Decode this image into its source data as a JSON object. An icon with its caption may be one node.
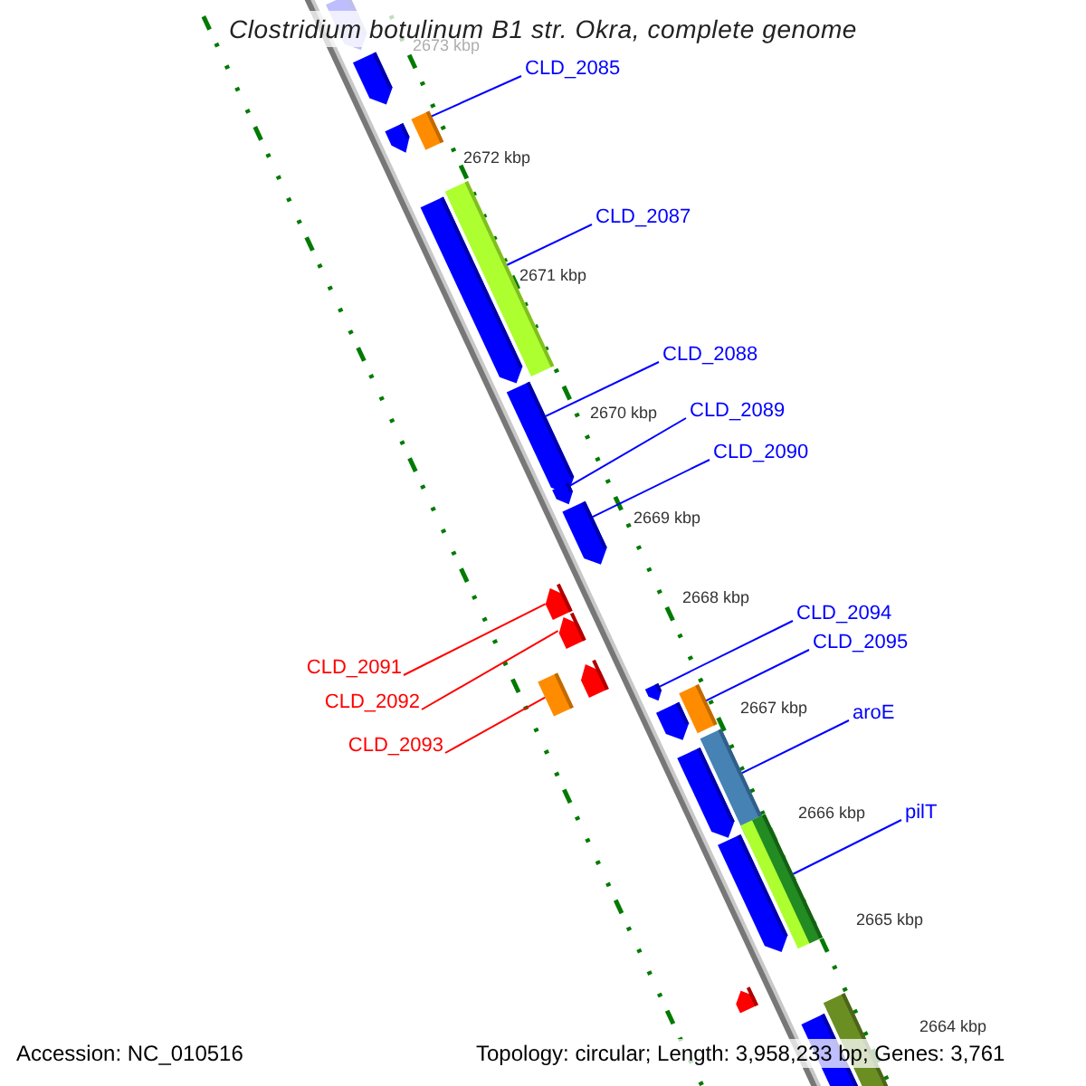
{
  "diagram": {
    "title": "Clostridium botulinum B1 str. Okra, complete genome",
    "nodes": [
      {
        "text": [
          "CLD_2085"
        ]
      },
      {
        "text": [
          "CLD_2087"
        ]
      },
      {
        "text": [
          "CLD_2088"
        ]
      },
      {
        "text": [
          "CLD_2089"
        ]
      },
      {
        "text": [
          "CLD_2090"
        ]
      },
      {
        "text": [
          "CLD_2091"
        ]
      },
      {
        "text": [
          "CLD_2092"
        ]
      },
      {
        "text": [
          "CLD_2093"
        ]
      },
      {
        "text": [
          "CLD_2094"
        ]
      },
      {
        "text": [
          "CLD_2095"
        ]
      },
      {
        "text": [
          "aroE"
        ]
      },
      {
        "text": [
          "pilT"
        ]
      },
      {
        "text": [],
        "shape": "arrow"
      },
      {
        "text": [],
        "shape": "arrow"
      },
      {
        "text": [],
        "shape": "arrow"
      },
      {
        "text": [],
        "shape": "box"
      },
      {
        "text": [],
        "shape": "arrow"
      },
      {
        "text": [],
        "shape": "box"
      },
      {
        "text": [],
        "shape": "arrow"
      },
      {
        "text": [],
        "shape": "arrow"
      },
      {
        "text": [],
        "shape": "arrow"
      },
      {
        "text": [],
        "shape": "arrow"
      },
      {
        "text": [],
        "shape": "arrow"
      },
      {
        "text": [],
        "shape": "arrow"
      },
      {
        "text": [],
        "shape": "box"
      },
      {
        "text": [],
        "shape": "arrow"
      },
      {
        "text": [],
        "shape": "arrow"
      },
      {
        "text": [],
        "shape": "box"
      },
      {
        "text": [],
        "shape": "arrow"
      },
      {
        "text": [],
        "shape": "box"
      },
      {
        "text": [],
        "shape": "arrow"
      },
      {
        "text": [],
        "shape": "box"
      },
      {
        "text": [],
        "shape": "arrow"
      },
      {
        "text": [],
        "shape": "arrow"
      },
      {
        "text": [],
        "shape": "box"
      }
    ],
    "edges": [
      {
        "from": 0,
        "to": 15,
        "arrow": "none"
      },
      {
        "from": 1,
        "to": 17,
        "arrow": "none"
      },
      {
        "from": 2,
        "to": 18,
        "arrow": "none"
      },
      {
        "from": 3,
        "to": 19,
        "arrow": "none"
      },
      {
        "from": 4,
        "to": 20,
        "arrow": "none"
      },
      {
        "from": 5,
        "to": 21,
        "arrow": "none",
        "color": "#ff0000"
      },
      {
        "from": 6,
        "to": 22,
        "arrow": "none",
        "color": "#ff0000"
      },
      {
        "from": 7,
        "to": 24,
        "arrow": "none",
        "color": "#ff0000"
      },
      {
        "from": 8,
        "to": 25,
        "arrow": "none"
      },
      {
        "from": 9,
        "to": 27,
        "arrow": "none"
      },
      {
        "from": 10,
        "to": 29,
        "arrow": "none"
      },
      {
        "from": 11,
        "to": 31,
        "arrow": "none"
      }
    ],
    "labels": [
      "2673 kbp",
      "2672 kbp",
      "2671 kbp",
      "2670 kbp",
      "2669 kbp",
      "2668 kbp",
      "2667 kbp",
      "2666 kbp",
      "2665 kbp",
      "2664 kbp",
      "Accession: NC_010516",
      "Topology: circular; Length: 3,958,233 bp; Genes: 3,761"
    ]
  }
}
